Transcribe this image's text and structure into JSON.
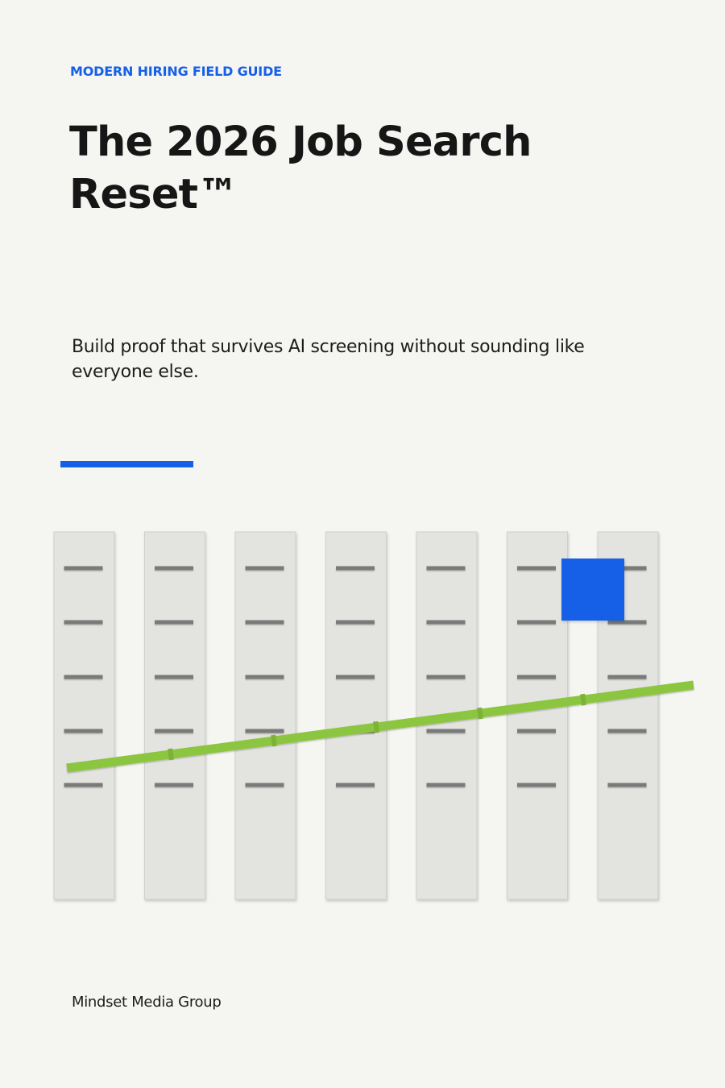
{
  "cover": {
    "eyebrow": "MODERN HIRING FIELD GUIDE",
    "title": "The 2026 Job Search Reset™",
    "subtitle": "Build proof that survives AI screening without sounding like everyone else.",
    "publisher": "Mindset Media Group"
  },
  "colors": {
    "background": "#f5f5f1",
    "accent_blue": "#1660e8",
    "trend_green": "#8cc63f",
    "column_fill": "#e3e3df",
    "tick_gray": "#7a7a7a",
    "text": "#161616"
  },
  "illustration": {
    "columns": 7,
    "ticks_per_column": 5,
    "trend": "rising",
    "highlight": "square over the sixth and seventh columns"
  }
}
